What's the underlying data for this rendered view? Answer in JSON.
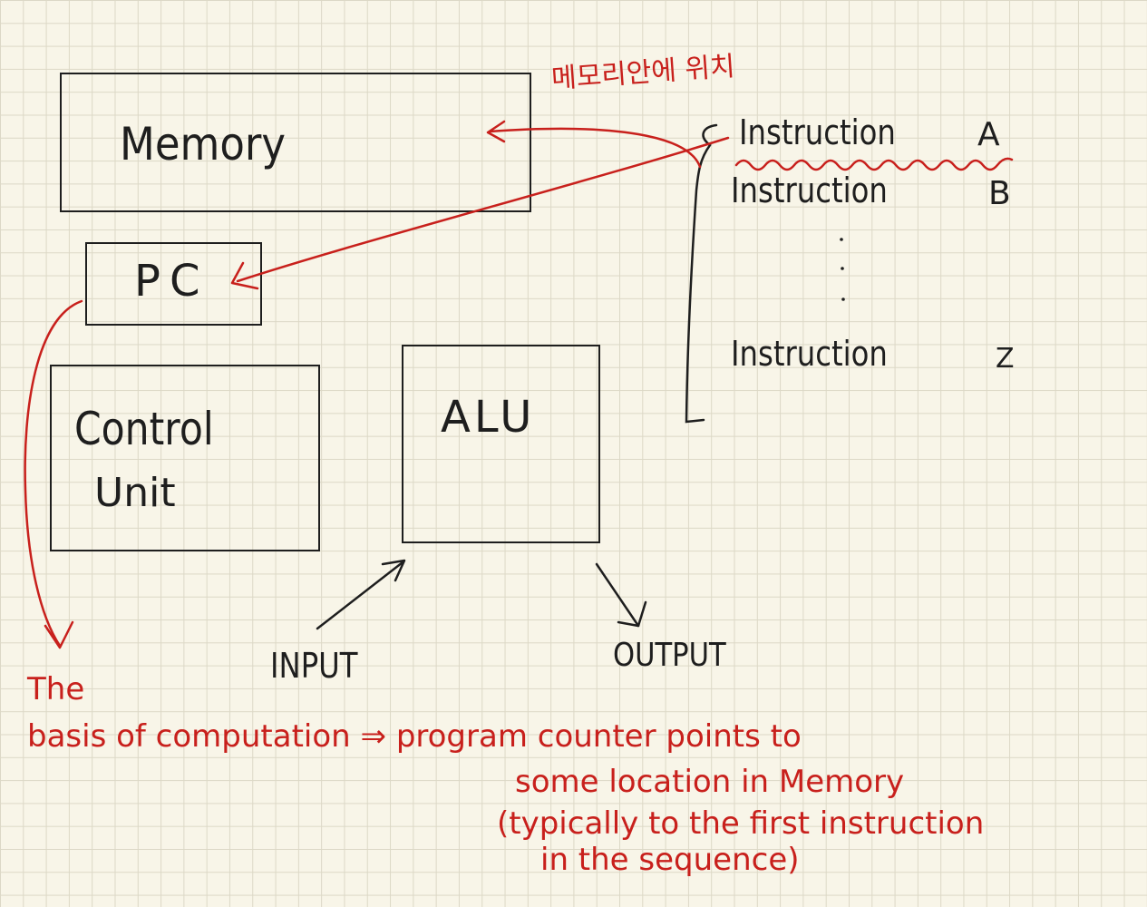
{
  "diagram": {
    "boxes": {
      "memory": "Memory",
      "pc": "PC",
      "control_unit_line1": "Control",
      "control_unit_line2": "Unit",
      "alu": "ALU"
    },
    "io": {
      "input": "INPUT",
      "output": "OUTPUT"
    },
    "instructions": [
      {
        "label": "Instruction",
        "suffix": "A"
      },
      {
        "label": "Instruction",
        "suffix": "B"
      },
      {
        "label": "Instruction",
        "suffix": "Z"
      }
    ],
    "annotation_korean": "메모리안에 위치",
    "note": {
      "line1": "The",
      "line2": "basis of computation ⇒ program counter points to",
      "line3": "some location in Memory",
      "line4": "(typically to the first instruction",
      "line5": "in the sequence)"
    },
    "colors": {
      "ink": "#1e1e1e",
      "annotation": "#c8201c",
      "paper": "#f8f5e8",
      "grid": "#dcd8c6"
    }
  }
}
